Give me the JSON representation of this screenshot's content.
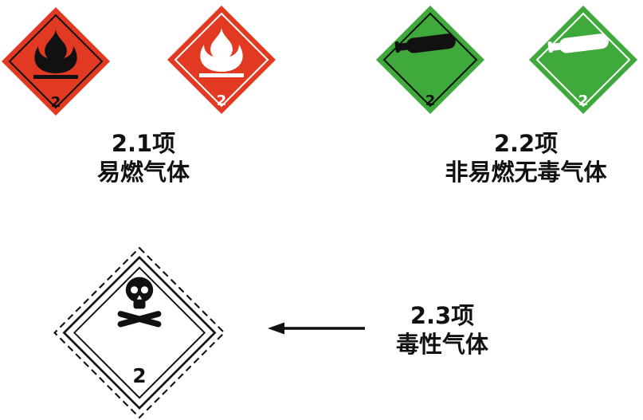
{
  "figure": {
    "description_names": [
      "flammable-gas-labels",
      "nonflammable-nontoxic-gas-labels",
      "toxic-gas-label"
    ]
  },
  "colors": {
    "red": "#e23a22",
    "green": "#3faa3b",
    "black": "#111111",
    "white": "#ffffff"
  },
  "placards": {
    "flammable_black": {
      "number": "2",
      "icon": "flame-icon",
      "background": "#e23a22",
      "symbol_color": "#111111"
    },
    "flammable_white": {
      "number": "2",
      "icon": "flame-icon",
      "background": "#e23a22",
      "symbol_color": "#ffffff"
    },
    "nonflammable_black": {
      "number": "2",
      "icon": "gas-cylinder-icon",
      "background": "#3faa3b",
      "symbol_color": "#111111"
    },
    "nonflammable_white": {
      "number": "2",
      "icon": "gas-cylinder-icon",
      "background": "#3faa3b",
      "symbol_color": "#ffffff"
    },
    "toxic": {
      "number": "2",
      "icon": "skull-crossbones-icon",
      "background": "#ffffff",
      "symbol_color": "#111111",
      "border": "dashed-cut-line"
    }
  },
  "captions": {
    "c21": {
      "title": "2.1项",
      "subtitle": "易燃气体"
    },
    "c22": {
      "title": "2.2项",
      "subtitle": "非易燃无毒气体"
    },
    "c23": {
      "title": "2.3项",
      "subtitle": "毒性气体"
    }
  }
}
